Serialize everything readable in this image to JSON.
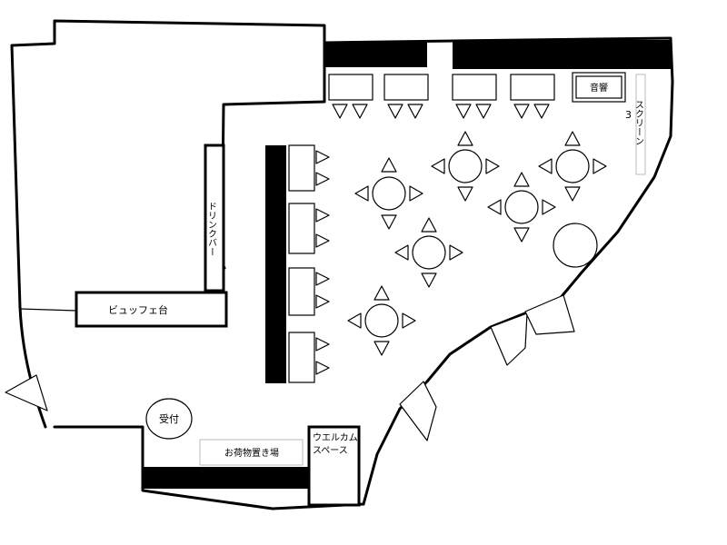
{
  "labels": {
    "drink_bar": "ドリンクバー",
    "buffet_table": "ビュッフェ台",
    "reception": "受付",
    "luggage_area": "お荷物置き場",
    "welcome_space_line1": "ウエルカム",
    "welcome_space_line2": "スペース",
    "sound": "音響",
    "screen": "スクリーン",
    "screen_number": "3"
  }
}
